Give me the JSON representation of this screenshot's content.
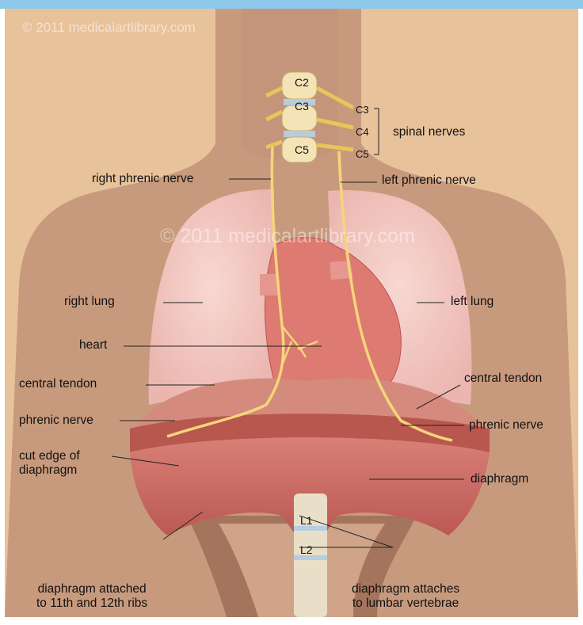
{
  "watermark_top": "© 2011 medicalartlibrary.com",
  "watermark_center": "© 2011 medicalartlibrary.com",
  "vertebrae": {
    "c2": "C2",
    "c3": "C3",
    "c5": "C5",
    "l1": "L1",
    "l2": "L2"
  },
  "nerve_roots": {
    "c3": "C3",
    "c4": "C4",
    "c5": "C5"
  },
  "labels": {
    "spinal_nerves": "spinal nerves",
    "right_phrenic_nerve": "right phrenic nerve",
    "left_phrenic_nerve": "left phrenic nerve",
    "right_lung": "right lung",
    "left_lung": "left lung",
    "heart": "heart",
    "central_tendon_left": "central tendon",
    "central_tendon_right": "central tendon",
    "phrenic_nerve_left": "phrenic nerve",
    "phrenic_nerve_right": "phrenic nerve",
    "cut_edge": "cut edge of\ndiaphragm",
    "diaphragm": "diaphragm",
    "ribs_attachment": "diaphragm attached\nto 11th and 12th ribs",
    "lumbar_attachment": "diaphragm attaches\nto lumbar vertebrae"
  },
  "colors": {
    "background": "#8ec8ea",
    "skin": "#e8c29a",
    "body": "#c89a7d",
    "lung": "#f2c6c0",
    "heart": "#dd7a72",
    "diaphragm": "#c9615d",
    "nerve": "#f3d67a",
    "bone": "#f3e3b6"
  }
}
